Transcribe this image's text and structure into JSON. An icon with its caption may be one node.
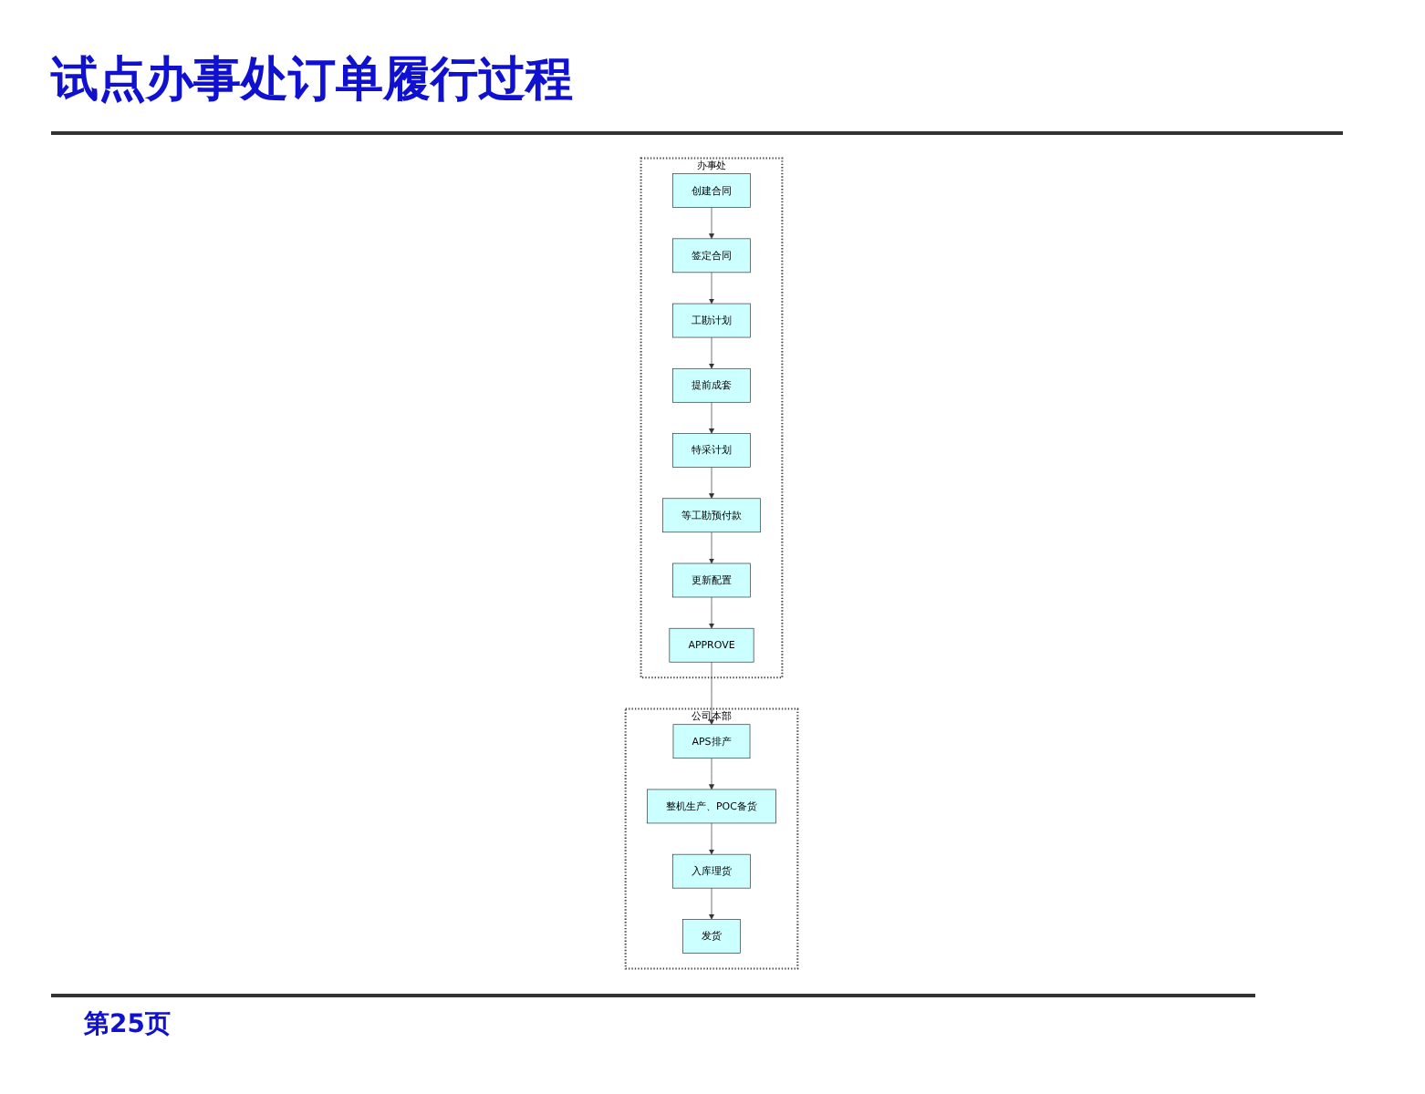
{
  "diagram": {
    "title": "试点办事处订单履行过程",
    "nodes": [
      {
        "text": [
          "办事处"
        ]
      },
      {
        "text": [
          "创建合同"
        ],
        "in": 0
      },
      {
        "text": [
          "签定合同"
        ],
        "in": 0
      },
      {
        "text": [
          "工勘计划"
        ],
        "in": 0
      },
      {
        "text": [
          "提前成套"
        ],
        "in": 0
      },
      {
        "text": [
          "特采计划"
        ],
        "in": 0
      },
      {
        "text": [
          "等工勘预付款"
        ],
        "in": 0
      },
      {
        "text": [
          "更新配置"
        ],
        "in": 0
      },
      {
        "text": [
          "APPROVE"
        ],
        "in": 0
      },
      {
        "text": [
          "公司本部"
        ]
      },
      {
        "text": [
          "APS排产"
        ],
        "in": 9
      },
      {
        "text": [
          "整机生产、POC备货"
        ],
        "in": 9
      },
      {
        "text": [
          "入库理货"
        ],
        "in": 9
      },
      {
        "text": [
          "发货"
        ],
        "in": 9
      }
    ],
    "edges": [
      {
        "from": 1,
        "to": 2,
        "arrow": "to"
      },
      {
        "from": 2,
        "to": 3,
        "arrow": "to"
      },
      {
        "from": 3,
        "to": 4,
        "arrow": "to"
      },
      {
        "from": 4,
        "to": 5,
        "arrow": "to"
      },
      {
        "from": 5,
        "to": 6,
        "arrow": "to"
      },
      {
        "from": 6,
        "to": 7,
        "arrow": "to"
      },
      {
        "from": 7,
        "to": 8,
        "arrow": "to"
      },
      {
        "from": 8,
        "to": 10,
        "arrow": "to"
      },
      {
        "from": 10,
        "to": 11,
        "arrow": "to"
      },
      {
        "from": 11,
        "to": 12,
        "arrow": "to"
      },
      {
        "from": 12,
        "to": 13,
        "arrow": "to"
      }
    ],
    "labels": [
      "第25页"
    ]
  }
}
